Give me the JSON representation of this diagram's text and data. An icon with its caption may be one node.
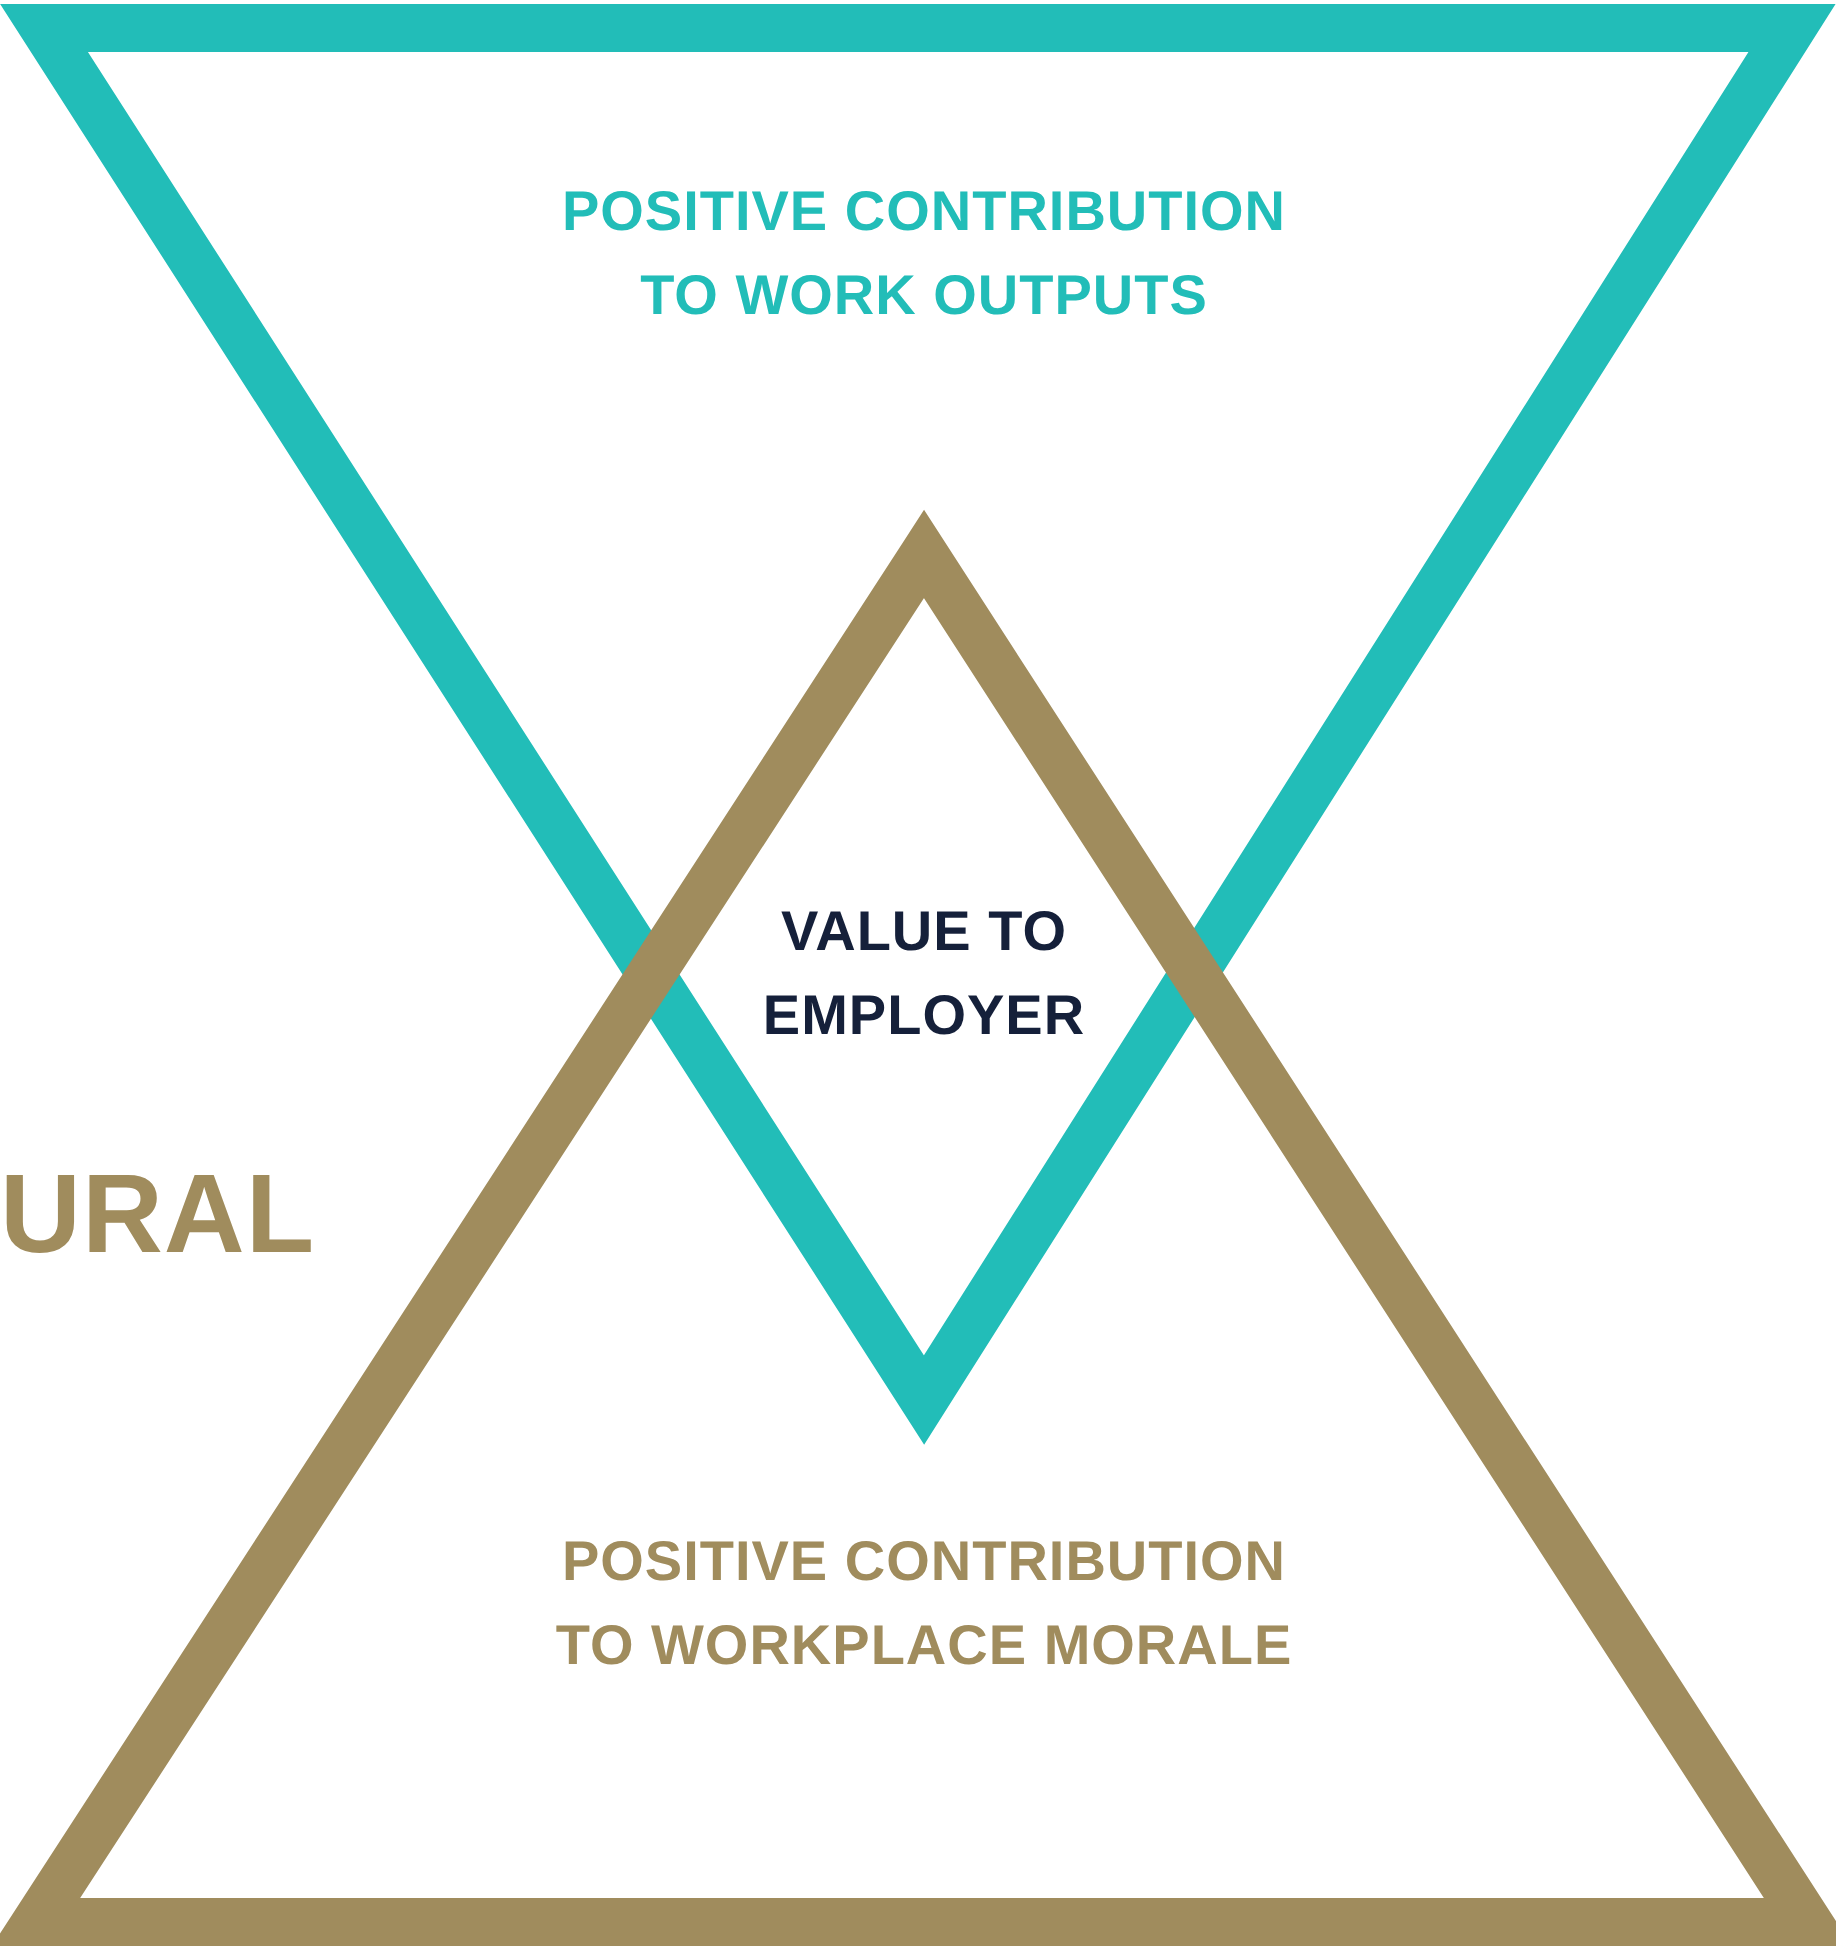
{
  "diagram": {
    "nodes": [
      {
        "text": [
          "POSITIVE CONTRIBUTION TO WORK OUTPUTS"
        ]
      },
      {
        "text": [
          "POSITIVE CONTRIBUTION TO WORKPLACE MORALE"
        ]
      }
    ],
    "labels": [
      "VALUE TO EMPLOYER",
      "URAL"
    ]
  }
}
